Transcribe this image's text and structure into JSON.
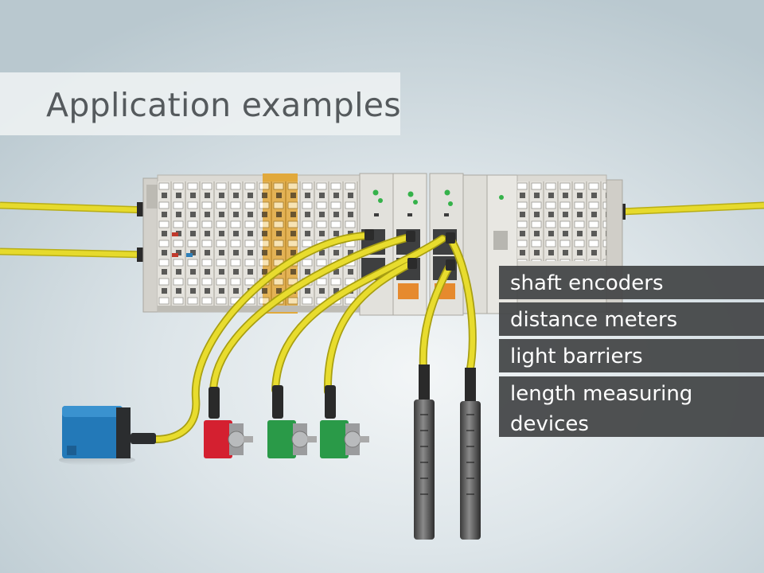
{
  "title": "Application examples",
  "labels": [
    "shaft encoders",
    "distance meters",
    "light barriers",
    "length measuring devices"
  ],
  "colors": {
    "cable": "#e2d62a",
    "terminal_body": "#dedcd6",
    "terminal_orange": "#e0aa3e",
    "label_bg": "#444647",
    "sensor_blue": "#2379b8",
    "encoder_red": "#d4202c",
    "encoder_green": "#2a9a48"
  },
  "icons": [
    "terminal-block-icon",
    "i-o-module-icon",
    "distance-meter-icon",
    "shaft-encoder-icon",
    "light-barrier-icon"
  ]
}
